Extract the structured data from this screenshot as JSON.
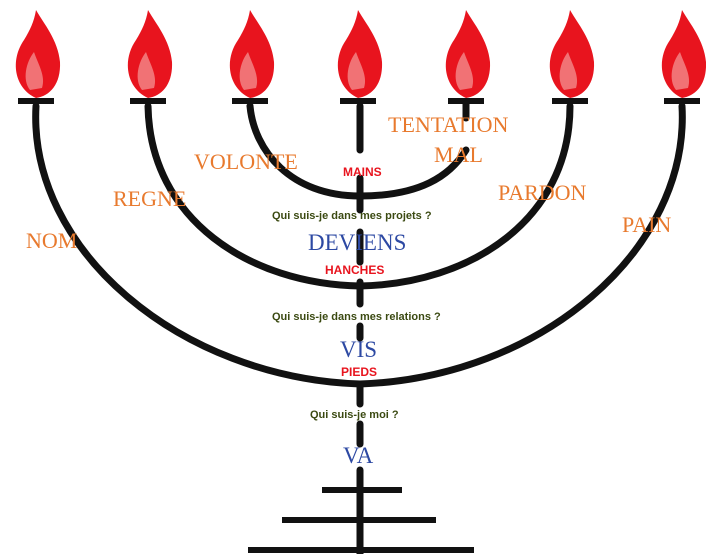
{
  "branch_words": {
    "nom": "NOM",
    "regne": "REGNE",
    "volonte": "VOLONTE",
    "tentation": "TENTATION",
    "mal": "MAL",
    "pardon": "PARDON",
    "pain": "PAIN"
  },
  "levels": {
    "mains": "MAINS",
    "hanches": "HANCHES",
    "pieds": "PIEDS"
  },
  "questions": {
    "projets": "Qui suis-je dans mes projets ?",
    "relations": "Qui suis-je dans mes relations ?",
    "moi": "Qui suis-je moi ?"
  },
  "verbs": {
    "deviens": "DEVIENS",
    "vis": "VIS",
    "va": "VA"
  },
  "colors": {
    "flame": "#e8141e",
    "flame_highlight": "#f59a9a",
    "branch": "#111111",
    "branch_word": "#e87a2e",
    "level_word": "#e8141e",
    "question": "#3b4a12",
    "verb": "#2d49a3"
  },
  "icons": [
    "flame-icon"
  ]
}
